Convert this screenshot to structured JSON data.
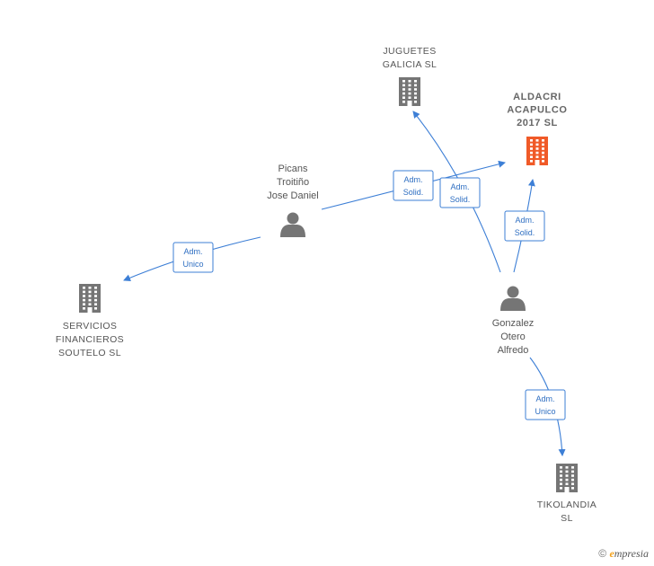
{
  "colors": {
    "edge": "#3d7fd6",
    "company": "#757575",
    "highlight_company": "#f05a28",
    "person": "#757575"
  },
  "nodes": [
    {
      "id": "juguetes",
      "type": "company",
      "lines": [
        "JUGUETES",
        "GALICIA  SL"
      ],
      "icon": "building-icon"
    },
    {
      "id": "aldacri",
      "type": "company",
      "highlight": true,
      "lines": [
        "ALDACRI",
        "ACAPULCO",
        "2017  SL"
      ],
      "icon": "building-icon"
    },
    {
      "id": "picans",
      "type": "person",
      "lines": [
        "Picans",
        "Troitiño",
        "Jose Daniel"
      ],
      "icon": "person-icon"
    },
    {
      "id": "servicios",
      "type": "company",
      "lines": [
        "SERVICIOS",
        "FINANCIEROS",
        "SOUTELO  SL"
      ],
      "icon": "building-icon"
    },
    {
      "id": "gonzalez",
      "type": "person",
      "lines": [
        "Gonzalez",
        "Otero",
        "Alfredo"
      ],
      "icon": "person-icon"
    },
    {
      "id": "tikolandia",
      "type": "company",
      "lines": [
        "TIKOLANDIA",
        "SL"
      ],
      "icon": "building-icon"
    }
  ],
  "edges": [
    {
      "from": "picans",
      "to": "aldacri",
      "lines": [
        "Adm.",
        "Solid."
      ]
    },
    {
      "from": "picans",
      "to": "servicios",
      "lines": [
        "Adm.",
        "Unico"
      ]
    },
    {
      "from": "gonzalez",
      "to": "juguetes",
      "lines": [
        "Adm.",
        "Solid."
      ]
    },
    {
      "from": "gonzalez",
      "to": "aldacri",
      "lines": [
        "Adm.",
        "Solid."
      ]
    },
    {
      "from": "gonzalez",
      "to": "tikolandia",
      "lines": [
        "Adm.",
        "Unico"
      ]
    }
  ],
  "footer": {
    "copyright": "©",
    "brand_initial": "e",
    "brand_rest": "mpresia"
  }
}
